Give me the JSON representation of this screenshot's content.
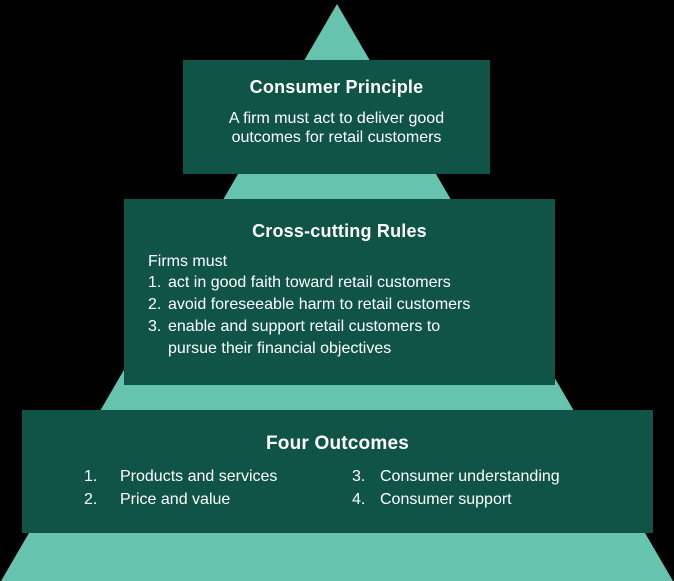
{
  "colors": {
    "background": "#000000",
    "pyramid": "#66C4AE",
    "box": "#0F5447",
    "text": "#FFFFFF"
  },
  "diagram": {
    "levels": [
      {
        "id": "consumer-principle",
        "title": "Consumer Principle",
        "body_lines": [
          "A firm must act to deliver good",
          "outcomes for retail customers"
        ]
      },
      {
        "id": "cross-cutting-rules",
        "title": "Cross-cutting Rules",
        "intro": "Firms must",
        "items": [
          {
            "num": "1.",
            "lines": [
              "act in good faith toward retail customers"
            ]
          },
          {
            "num": "2.",
            "lines": [
              "avoid foreseeable harm to retail customers"
            ]
          },
          {
            "num": "3.",
            "lines": [
              "enable and support retail customers to",
              "pursue their financial objectives"
            ]
          }
        ]
      },
      {
        "id": "four-outcomes",
        "title": "Four Outcomes",
        "columns": [
          {
            "items": [
              {
                "num": "1.",
                "text": "Products and services"
              },
              {
                "num": "2.",
                "text": "Price and value"
              }
            ]
          },
          {
            "items": [
              {
                "num": "3.",
                "text": "Consumer understanding"
              },
              {
                "num": "4.",
                "text": "Consumer support"
              }
            ]
          }
        ]
      }
    ]
  }
}
